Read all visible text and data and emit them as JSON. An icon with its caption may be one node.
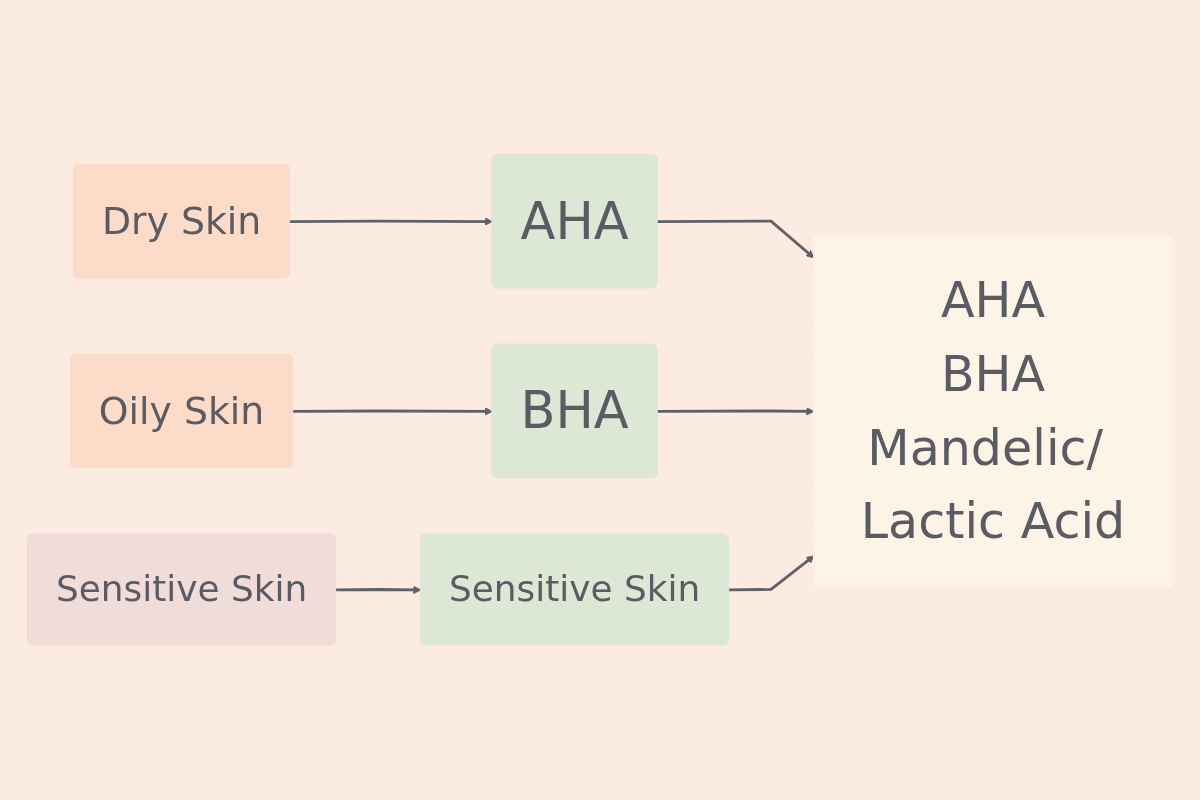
{
  "diagram": {
    "nodes": [
      {
        "text": [
          "Dry Skin"
        ]
      },
      {
        "text": [
          "AHA"
        ]
      },
      {
        "text": [
          "Oily Skin"
        ]
      },
      {
        "text": [
          "BHA"
        ]
      },
      {
        "text": [
          "Sensitive Skin"
        ]
      },
      {
        "text": [
          "Sensitive Skin"
        ]
      },
      {
        "text": [
          "AHA",
          "BHA",
          "Mandelic/ Lactic Acid"
        ]
      }
    ],
    "edges": [
      {
        "from": 0,
        "to": 1,
        "arrow": "to"
      },
      {
        "from": 1,
        "to": 6,
        "arrow": "to"
      },
      {
        "from": 2,
        "to": 3,
        "arrow": "to"
      },
      {
        "from": 3,
        "to": 6,
        "arrow": "to"
      },
      {
        "from": 4,
        "to": 5,
        "arrow": "to"
      },
      {
        "from": 5,
        "to": 6,
        "arrow": "to"
      }
    ]
  }
}
